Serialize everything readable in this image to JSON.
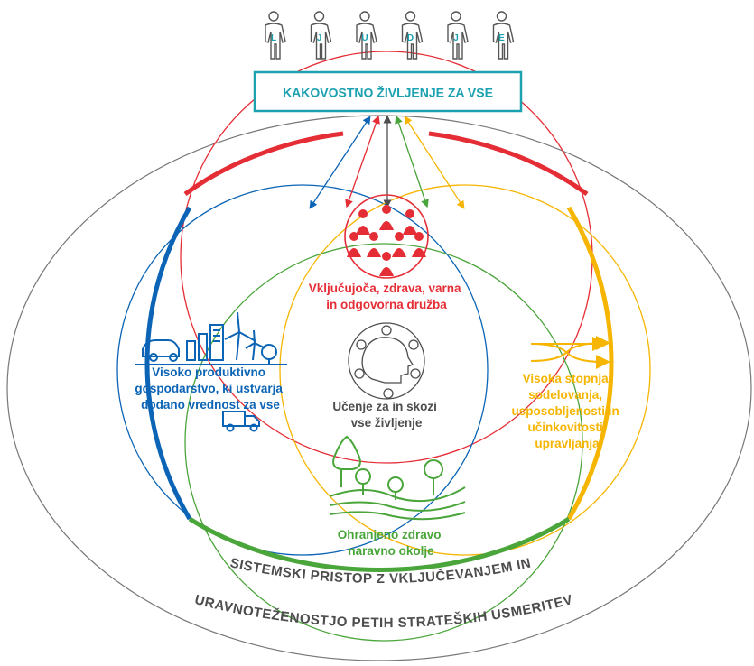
{
  "people_letters": [
    "L",
    "J",
    "U",
    "D",
    "J",
    "E"
  ],
  "top_box": {
    "text": "KAKOVOSTNO ŽIVLJENJE ZA VSE"
  },
  "society": {
    "line1": "Vključujoča, zdrava, varna",
    "line2": "in odgovorna družba"
  },
  "economy": {
    "line1": "Visoko produktivno",
    "line2": "gospodarstvo, ki ustvarja",
    "line3": "dodano vrednost za vse"
  },
  "learning": {
    "line1": "Učenje za in skozi",
    "line2": "vse življenje"
  },
  "governance": {
    "line1": "Visoka stopnja",
    "line2": "sodelovanja,",
    "line3": "usposobljenosti in",
    "line4": "učinkovitosti",
    "line5": "upravljanja"
  },
  "environment": {
    "line1": "Ohranjeno zdravo",
    "line2": "naravno okolje"
  },
  "bottom_text": {
    "line1": "SISTEMSKI PRISTOP Z VKLJUČEVANJEM IN",
    "line2": "URAVNOTEŽENOSTJO PETIH STRATEŠKIH USMERITEV"
  },
  "colors": {
    "red": "#e52d35",
    "blue": "#0b64b5",
    "yellow": "#f6b500",
    "green": "#4aa53a",
    "teal": "#1ba1b0",
    "dark": "#4d4d4d"
  }
}
